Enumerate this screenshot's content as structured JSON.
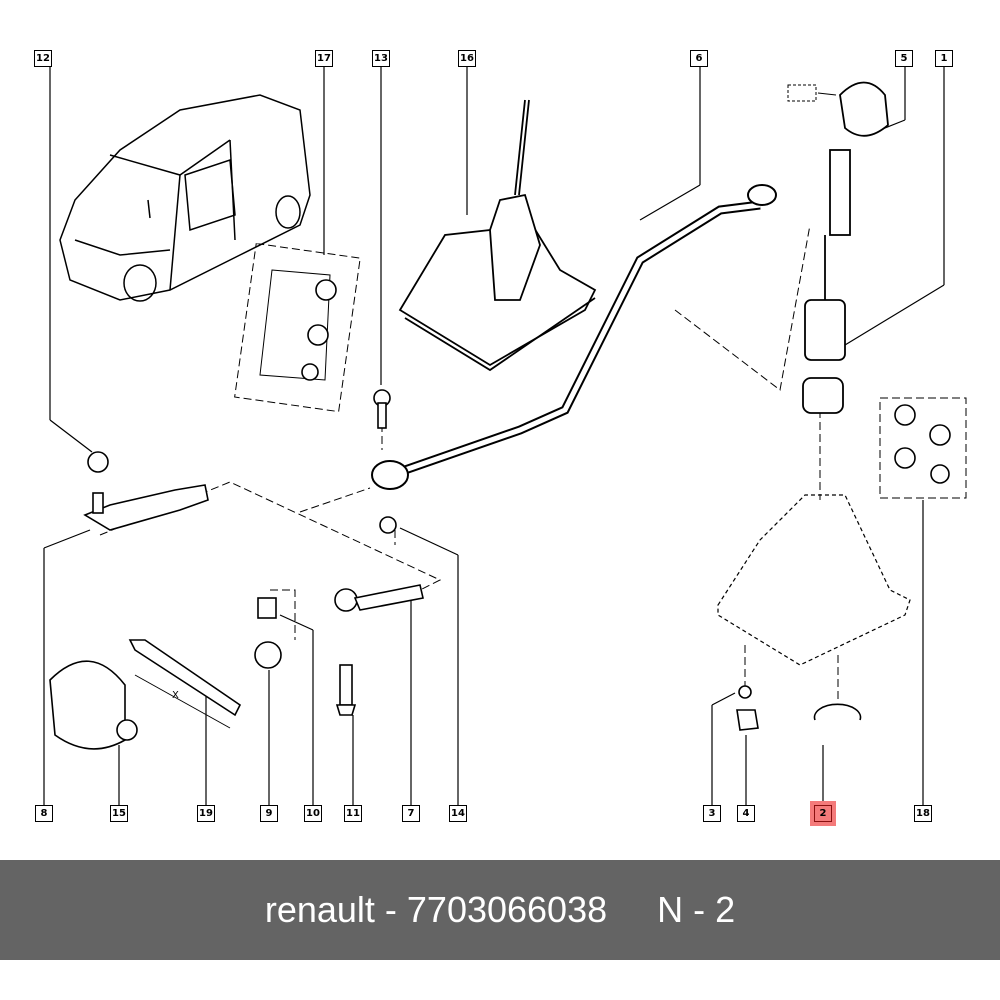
{
  "callouts": [
    {
      "id": "12",
      "highlighted": false
    },
    {
      "id": "17",
      "highlighted": false
    },
    {
      "id": "13",
      "highlighted": false
    },
    {
      "id": "16",
      "highlighted": false
    },
    {
      "id": "6",
      "highlighted": false
    },
    {
      "id": "5",
      "highlighted": false
    },
    {
      "id": "1",
      "highlighted": false
    },
    {
      "id": "8",
      "highlighted": false
    },
    {
      "id": "15",
      "highlighted": false
    },
    {
      "id": "19",
      "highlighted": false
    },
    {
      "id": "9",
      "highlighted": false
    },
    {
      "id": "10",
      "highlighted": false
    },
    {
      "id": "11",
      "highlighted": false
    },
    {
      "id": "7",
      "highlighted": false
    },
    {
      "id": "14",
      "highlighted": false
    },
    {
      "id": "3",
      "highlighted": false
    },
    {
      "id": "4",
      "highlighted": false
    },
    {
      "id": "2",
      "highlighted": true
    },
    {
      "id": "18",
      "highlighted": false
    }
  ],
  "dimension_label": "X",
  "highlight_color": "#f47a7a",
  "footer": {
    "brand": "renault",
    "part_number": "7703066038",
    "position": "N - 2",
    "text": "renault - 7703066038     N - 2"
  }
}
